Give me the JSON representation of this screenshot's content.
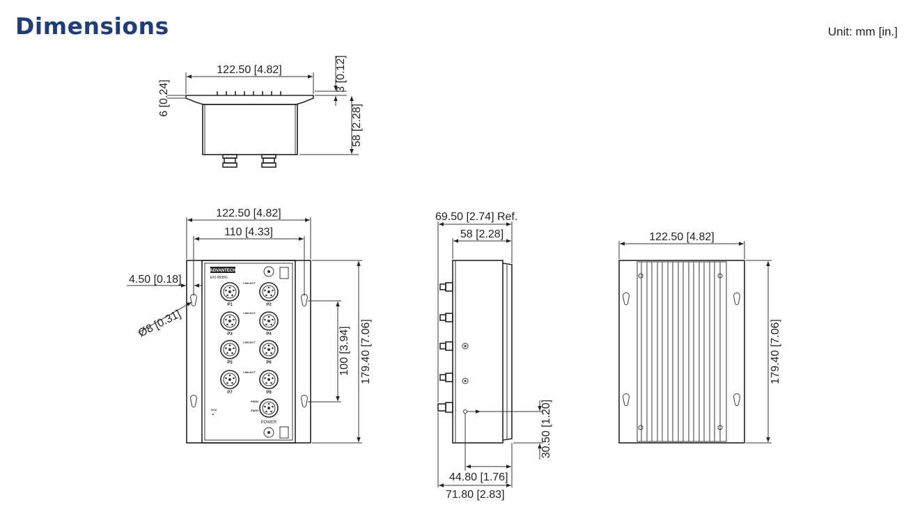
{
  "header": {
    "title": "Dimensions",
    "unit": "Unit: mm [in.]"
  },
  "top_view": {
    "width": "122.50 [4.82]",
    "flange_thickness": "6 [0.24]",
    "flange_height": "3 [0.12]",
    "depth": "58 [2.28]"
  },
  "front_view": {
    "overall_width": "122.50 [4.82]",
    "hole_spacing_x": "110 [4.33]",
    "hole_offset": "4.50 [0.18]",
    "hole_diameter": "Ø8 [0.31]",
    "hole_spacing_y": "100 [3.94]",
    "height": "179.40 [7.06]",
    "brand": "ADVANTECH",
    "model": "EKI-9508G",
    "ports": [
      "P1",
      "P2",
      "P3",
      "P4",
      "P5",
      "P6",
      "P7",
      "P8"
    ],
    "led_label": "LNK/ACT",
    "sys_label": "SYS",
    "pwr1_label": "PWR1",
    "pwr2_label": "PWR2",
    "power_label": "POWER"
  },
  "side_view": {
    "overall_depth": "69.50 [2.74] Ref.",
    "body_depth": "58 [2.28]",
    "connector_height": "30.50 [1.20]",
    "ground_offset": "44.80 [1.76]",
    "total_depth": "71.80 [2.83]"
  },
  "back_view": {
    "width": "122.50 [4.82]",
    "height": "179.40 [7.06]"
  }
}
